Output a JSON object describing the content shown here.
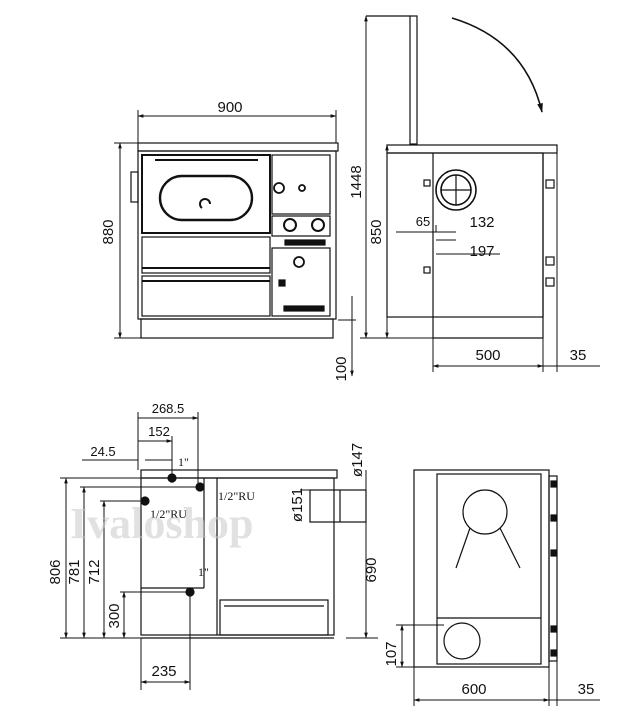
{
  "watermark": "Ivaloshop",
  "front_view": {
    "width": "900",
    "height": "880",
    "total_height": "1448",
    "plinth": "100"
  },
  "side_view": {
    "height": "850",
    "flue_offset_a": "65",
    "flue_offset_b": "132",
    "flue_offset_c": "197",
    "depth": "500",
    "overhang": "35"
  },
  "connection_view": {
    "d1": "268.5",
    "d2": "152",
    "d3": "24.5",
    "h1": "806",
    "h2": "781",
    "h3": "712",
    "h4": "300",
    "bottom": "235",
    "port1": "1\"",
    "port2": "1/2\"RU",
    "port3": "1/2\"RU",
    "port4": "1\"",
    "pipe_diam_outer": "ø147",
    "pipe_diam_inner": "ø151",
    "pipe_height": "690"
  },
  "top_view": {
    "width": "600",
    "overhang": "35",
    "ash_offset": "107"
  }
}
